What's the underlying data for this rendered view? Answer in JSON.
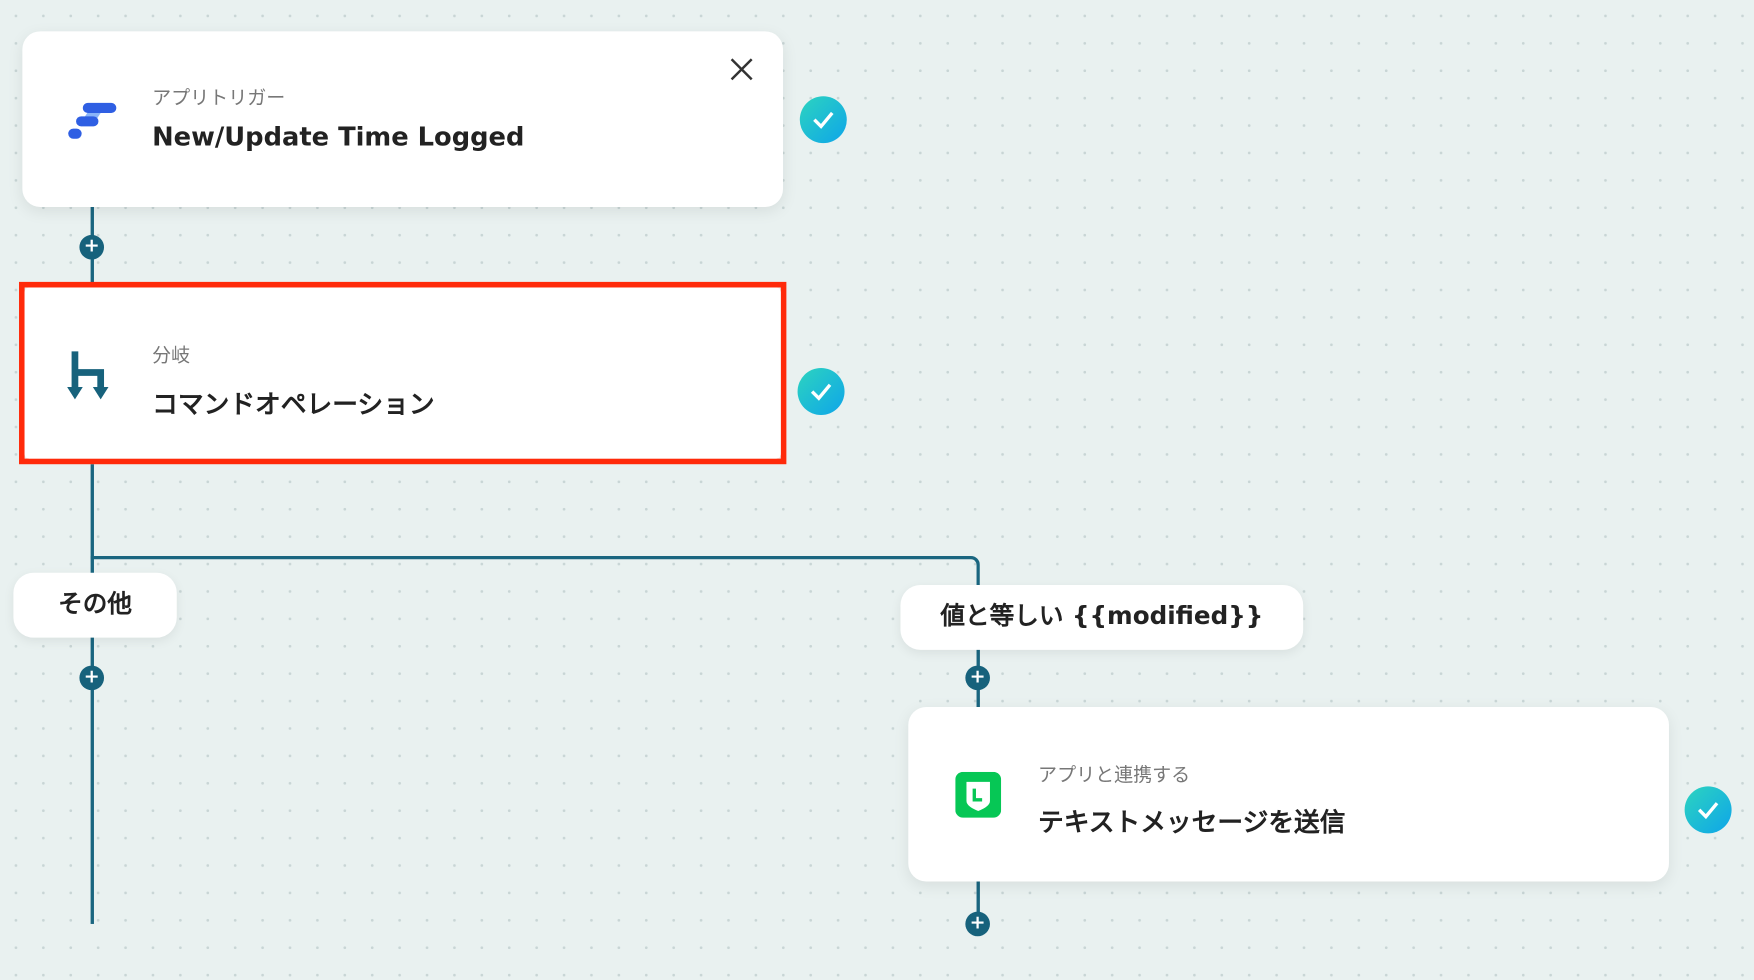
{
  "trigger": {
    "label": "アプリトリガー",
    "title": "New/Update Time Logged",
    "icon": "app-logo-icon"
  },
  "branch": {
    "label": "分岐",
    "title": "コマンドオペレーション",
    "icon": "branch-icon",
    "highlight_color": "#ff2a0a"
  },
  "branches": {
    "other": "その他",
    "condition": "値と等しい {{modified}}"
  },
  "action": {
    "label": "アプリと連携する",
    "title": "テキストメッセージを送信",
    "icon": "line-app-icon"
  },
  "colors": {
    "connector": "#1a6680",
    "check": "#14c3d6",
    "line_green": "#06c755"
  }
}
